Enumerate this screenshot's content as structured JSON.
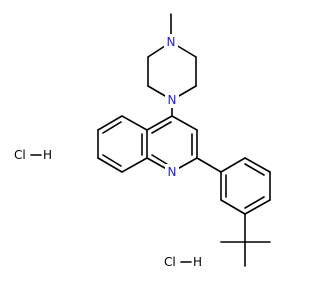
{
  "molecule": {
    "atoms": {
      "N_quinoline": "N",
      "N_piperazine_aryl": "N",
      "N_piperazine_methyl": "N"
    },
    "salts": [
      {
        "label": "Cl",
        "dash": "–",
        "h": "H"
      },
      {
        "label": "Cl",
        "dash": "–",
        "h": "H"
      }
    ],
    "colors": {
      "bond": "#000000",
      "nitrogen": "#1f1fd0"
    }
  }
}
